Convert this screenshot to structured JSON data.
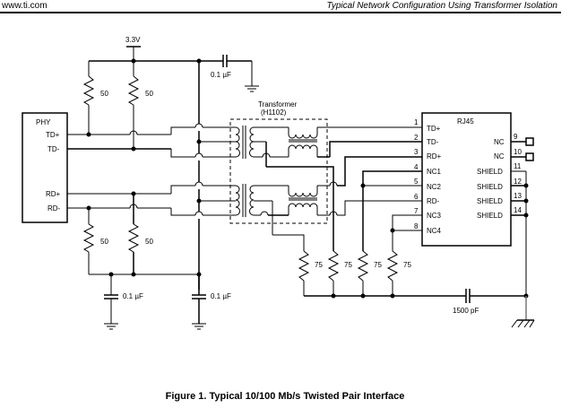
{
  "header": {
    "left": "www.ti.com",
    "right": "Typical Network Configuration Using Transformer Isolation"
  },
  "caption": "Figure 1. Typical 10/100 Mb/s Twisted Pair Interface",
  "schematic": {
    "supply_label": "3.3V",
    "phy": {
      "title": "PHY",
      "pins": [
        "TD+",
        "TD-",
        "RD+",
        "RD-"
      ]
    },
    "pullup_resistors": [
      "50",
      "50"
    ],
    "pulldown_resistors": [
      "50",
      "50"
    ],
    "capacitors": {
      "top": "0.1 µF",
      "bottom_left": "0.1 µF",
      "bottom_center": "0.1 µF",
      "shield": "1500 pF"
    },
    "transformer": {
      "title": "Transformer",
      "part": "(H1102)"
    },
    "termination_resistors": [
      "75",
      "75",
      "75",
      "75"
    ],
    "rj45": {
      "title": "RJ45",
      "left_pins": [
        {
          "num": "1",
          "name": "TD+"
        },
        {
          "num": "2",
          "name": "TD-"
        },
        {
          "num": "3",
          "name": "RD+"
        },
        {
          "num": "4",
          "name": "NC1"
        },
        {
          "num": "5",
          "name": "NC2"
        },
        {
          "num": "6",
          "name": "RD-"
        },
        {
          "num": "7",
          "name": "NC3"
        },
        {
          "num": "8",
          "name": "NC4"
        }
      ],
      "right_pins": [
        {
          "num": "9",
          "name": "NC"
        },
        {
          "num": "10",
          "name": "NC"
        },
        {
          "num": "11",
          "name": "SHIELD"
        },
        {
          "num": "12",
          "name": "SHIELD"
        },
        {
          "num": "13",
          "name": "SHIELD"
        },
        {
          "num": "14",
          "name": "SHIELD"
        }
      ]
    }
  }
}
